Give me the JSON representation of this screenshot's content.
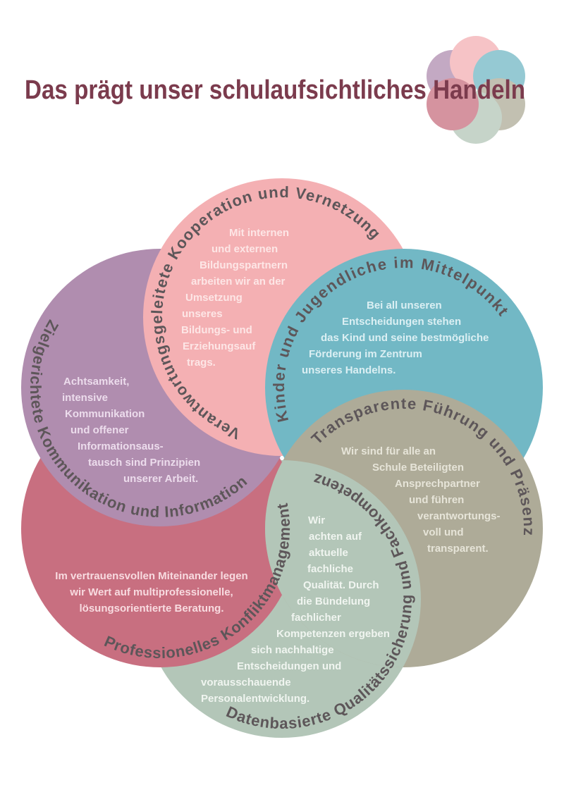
{
  "title": "Das prägt unser schulaufsichtliches Handeln",
  "colors": {
    "title": "#7b3b4d",
    "purple": "#b08daf",
    "pink": "#f4b0b3",
    "teal": "#72b8c5",
    "taupe": "#aeab98",
    "sage": "#b3c6b8",
    "darkpink": "#c86f80"
  },
  "sections": {
    "pink": {
      "heading": "Verantwortungsgeleitete Kooperation und Vernetzung",
      "lines": [
        "Mit internen",
        "und externen",
        "Bildungspartnern",
        "arbeiten wir an der",
        "Umsetzung",
        "unseres",
        "Bildungs- und",
        "Erziehungsauf",
        "trags."
      ]
    },
    "teal": {
      "heading": "Kinder und Jugendliche im Mittelpunkt",
      "lines": [
        "Bei all unseren",
        "Entscheidungen stehen",
        "das Kind und seine bestmögliche",
        "Förderung im Zentrum",
        "unseres Handelns."
      ]
    },
    "taupe": {
      "heading": "Transparente Führung und Präsenz",
      "lines": [
        "Wir sind für alle an",
        "Schule Beteiligten",
        "Ansprechpartner",
        "und führen",
        "verantwortungs-",
        "voll und",
        "transparent."
      ]
    },
    "sage": {
      "heading": "Datenbasierte Qualitätssicherung und Fachkompetenz",
      "lines": [
        "Wir",
        "achten auf",
        "aktuelle",
        "fachliche",
        "Qualität. Durch",
        "die Bündelung",
        "fachlicher",
        "Kompetenzen ergeben",
        "sich nachhaltige",
        "Entscheidungen und",
        "vorausschauende",
        "Personalentwicklung."
      ]
    },
    "darkpink": {
      "heading": "Professionelles Konfliktmanagement",
      "lines": [
        "Im vertrauensvollen Miteinander legen",
        "wir Wert auf multiprofessionelle,",
        "lösungsorientierte Beratung."
      ]
    },
    "purple": {
      "heading": "Zielgerichtete Kommunikation und Information",
      "lines": [
        "Achtsamkeit,",
        "intensive",
        "Kommunikation",
        "und offener",
        "Informationsaus-",
        "tausch sind Prinzipien",
        "unserer Arbeit."
      ]
    }
  }
}
